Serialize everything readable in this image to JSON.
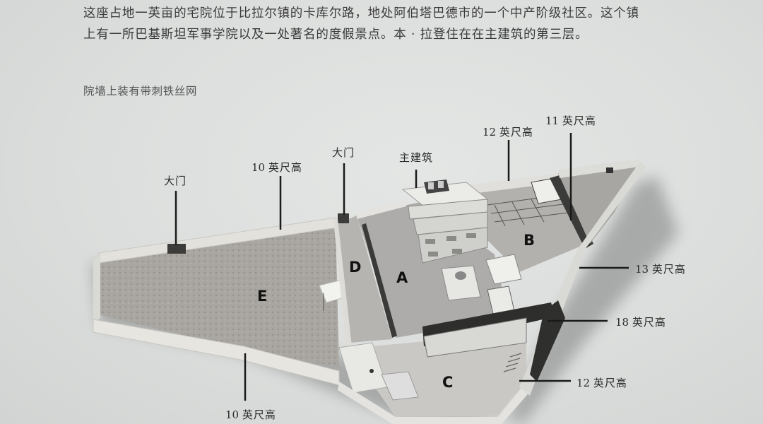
{
  "page": {
    "paragraph": [
      "这座占地一英亩的宅院位于比拉尔镇的卡库尔路，地处阿伯塔巴德市的一个中产阶级社区。这个镇",
      "上有一所巴基斯坦军事学院以及一处著名的度假景点。本 · 拉登住在在主建筑的第三层。"
    ],
    "note": "院墙上装有带刺铁丝网"
  },
  "diagram": {
    "callouts": [
      {
        "id": "gate-west",
        "text": "大门"
      },
      {
        "id": "wall-north-west",
        "num": "10",
        "unit": "英尺高"
      },
      {
        "id": "gate-middle",
        "text": "大门"
      },
      {
        "id": "main-building",
        "text": "主建筑"
      },
      {
        "id": "wall-north-east",
        "num": "12",
        "unit": "英尺高"
      },
      {
        "id": "wall-east-inner",
        "num": "11",
        "unit": "英尺高"
      },
      {
        "id": "wall-east",
        "num": "13",
        "unit": "英尺高"
      },
      {
        "id": "wall-south-east",
        "num": "18",
        "unit": "英尺高"
      },
      {
        "id": "wall-south",
        "num": "12",
        "unit": "英尺高"
      },
      {
        "id": "wall-south-west",
        "num": "10",
        "unit": "英尺高"
      }
    ],
    "zones": [
      "A",
      "B",
      "C",
      "D",
      "E"
    ]
  }
}
